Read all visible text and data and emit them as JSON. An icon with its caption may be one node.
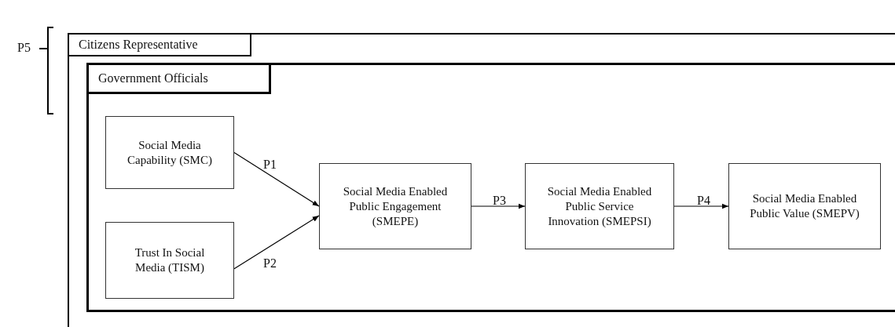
{
  "diagram": {
    "nodes": [
      {
        "text": [
          "Citizens Representative"
        ]
      },
      {
        "text": [
          "Government Officials"
        ],
        "in": 0
      },
      {
        "text": [
          "Social Media Capability (SMC)"
        ],
        "in": 1
      },
      {
        "text": [
          "Trust In Social Media (TISM)"
        ],
        "in": 1
      },
      {
        "text": [
          "Social Media Enabled Public Engagement (SMEPE)"
        ],
        "in": 1
      },
      {
        "text": [
          "Social Media Enabled Public Service Innovation (SMEPSI)"
        ],
        "in": 1
      },
      {
        "text": [
          "Social Media Enabled Public Value (SMEPV)"
        ],
        "in": 1
      }
    ],
    "edges": [
      {
        "from": 2,
        "to": 4,
        "arrow": "to",
        "label": "P1"
      },
      {
        "from": 3,
        "to": 4,
        "arrow": "to",
        "label": "P2"
      },
      {
        "from": 4,
        "to": 5,
        "arrow": "to",
        "label": "P3"
      },
      {
        "from": 5,
        "to": 6,
        "arrow": "to",
        "label": "P4"
      }
    ],
    "labels": [
      "P5"
    ]
  }
}
